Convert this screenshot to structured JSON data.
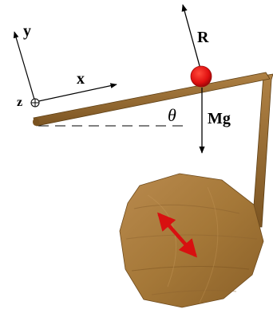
{
  "diagram": {
    "labels": {
      "y_axis": "y",
      "x_axis": "x",
      "z_axis": "z",
      "normal_force": "R",
      "weight": "Mg",
      "angle": "θ"
    },
    "colors": {
      "wood_light": "#b98a4e",
      "wood_mid": "#9c6f34",
      "wood_dark": "#6e4a1c",
      "ball": "#e01010",
      "spin_arrow": "#d81010",
      "ink": "#000000"
    },
    "icons": {
      "z_origin": "circle-cross-icon"
    }
  }
}
